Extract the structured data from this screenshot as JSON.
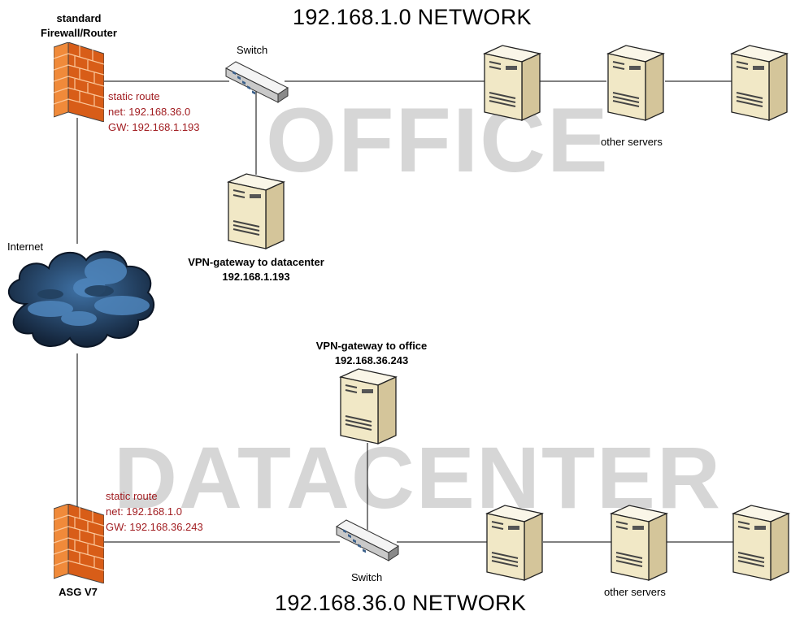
{
  "office": {
    "network_title": "192.168.1.0 NETWORK",
    "watermark": "OFFICE",
    "firewall_label_line1": "standard",
    "firewall_label_line2": "Firewall/Router",
    "static_route": {
      "title": "static route",
      "net": "net: 192.168.36.0",
      "gw": "GW: 192.168.1.193"
    },
    "switch_label": "Switch",
    "vpn_gateway_name": "VPN-gateway to datacenter",
    "vpn_gateway_ip": "192.168.1.193",
    "other_servers_label": "other servers"
  },
  "internet_label": "Internet",
  "datacenter": {
    "network_title": "192.168.36.0 NETWORK",
    "watermark": "DATACENTER",
    "firewall_label": "ASG V7",
    "static_route": {
      "title": "static route",
      "net": "net: 192.168.1.0",
      "gw": "GW: 192.168.36.243"
    },
    "switch_label": "Switch",
    "vpn_gateway_name": "VPN-gateway to office",
    "vpn_gateway_ip": "192.168.36.243",
    "other_servers_label": "other servers"
  },
  "colors": {
    "route_text": "#a11d21",
    "watermark": "#d6d6d6",
    "firewall": "#f07a2a",
    "server_body": "#f1e8c6",
    "cloud": "#2a4f78"
  }
}
